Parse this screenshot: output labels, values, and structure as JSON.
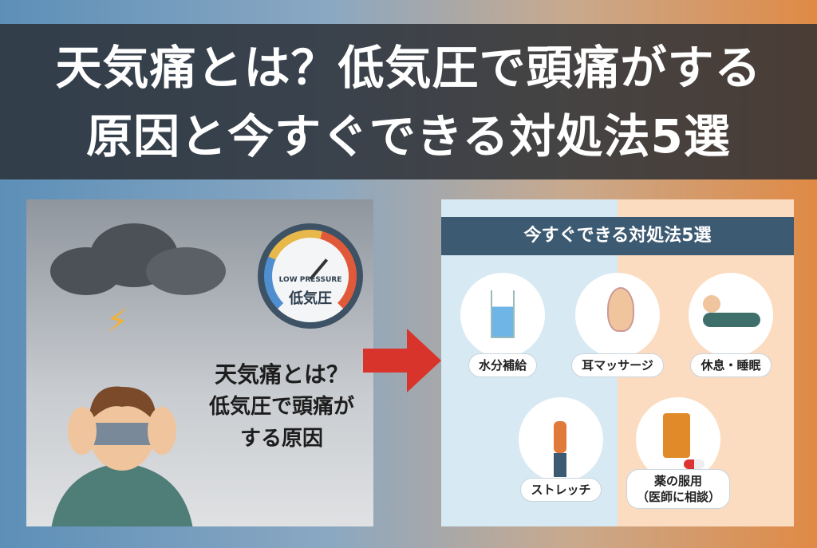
{
  "title": {
    "line1": "天気痛とは？低気圧で頭痛がする",
    "line2": "原因と今すぐできる対処法5選"
  },
  "left_panel": {
    "gauge_label_en": "LOW PRESSURE",
    "gauge_label_jp": "低気圧",
    "text_line1": "天気痛とは？",
    "text_line2": "低気圧で頭痛が",
    "text_line3": "する原因"
  },
  "right_panel": {
    "header": "今すぐできる対処法5選",
    "items": [
      {
        "label": "水分補給",
        "icon": "water-glass-icon"
      },
      {
        "label": "耳マッサージ",
        "icon": "ear-massage-icon"
      },
      {
        "label": "休息・睡眠",
        "icon": "sleep-icon"
      },
      {
        "label": "ストレッチ",
        "icon": "stretch-icon"
      },
      {
        "label": "薬の服用",
        "sublabel": "（医師に相談）",
        "icon": "medicine-icon"
      }
    ]
  },
  "colors": {
    "header": "#3d5a73",
    "arrow": "#d9342b",
    "title_band": "#282c32"
  }
}
